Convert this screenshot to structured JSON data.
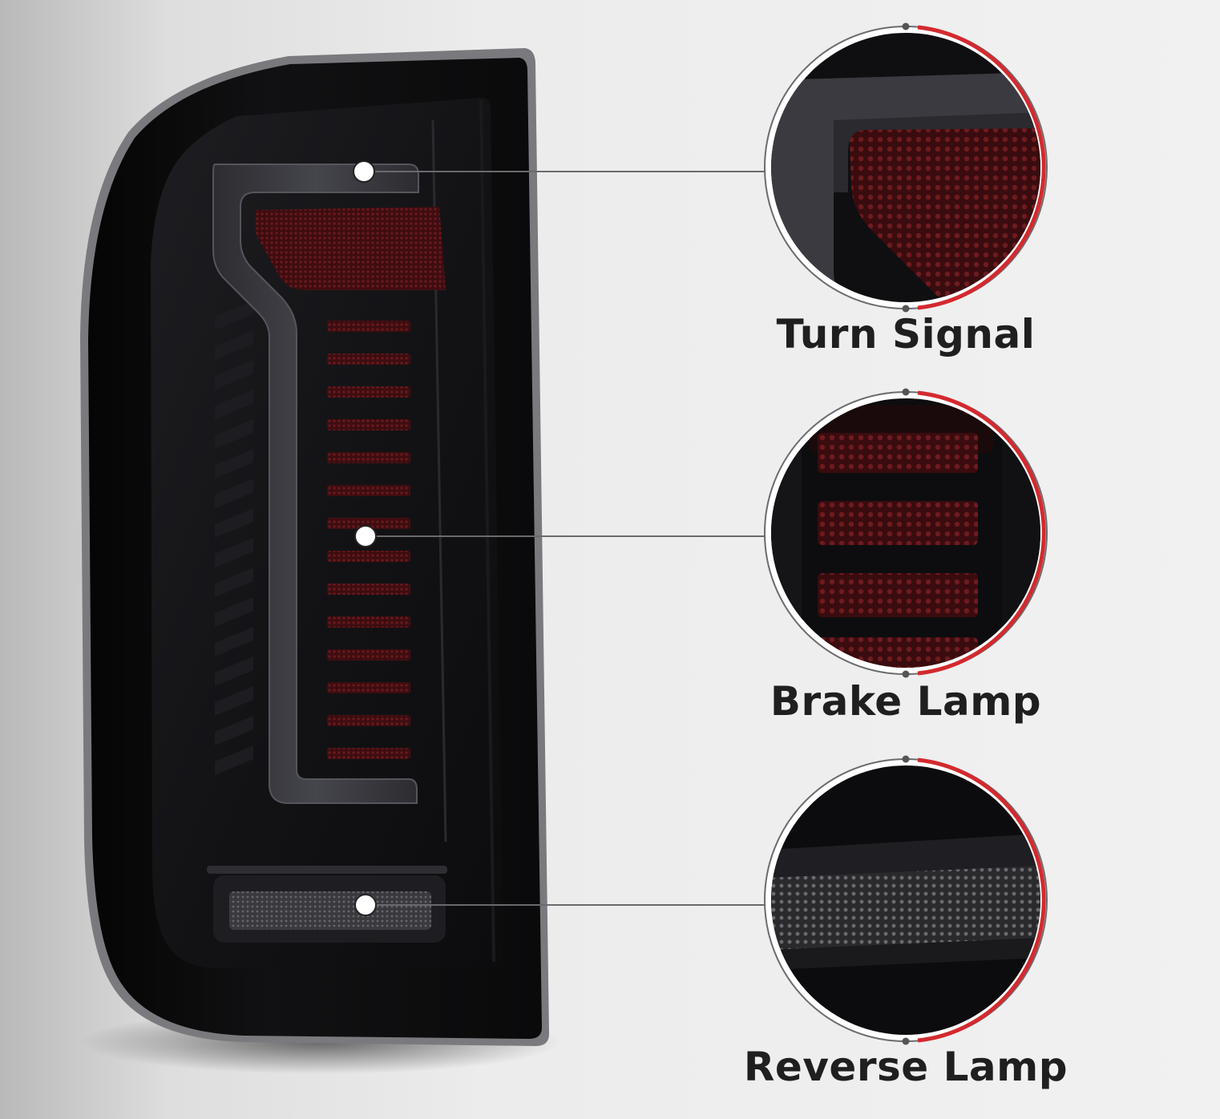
{
  "product": {
    "name": "LED tail lamp",
    "housing_color": "#0b0b0d",
    "lens_tint": "#5a1416",
    "light_bar_color": "#3a3a40",
    "accent_color": "#d32a2e",
    "background_color": "#ececec"
  },
  "callouts": [
    {
      "id": "turn-signal",
      "label": "Turn Signal"
    },
    {
      "id": "brake-lamp",
      "label": "Brake Lamp"
    },
    {
      "id": "reverse-lamp",
      "label": "Reverse Lamp"
    }
  ]
}
